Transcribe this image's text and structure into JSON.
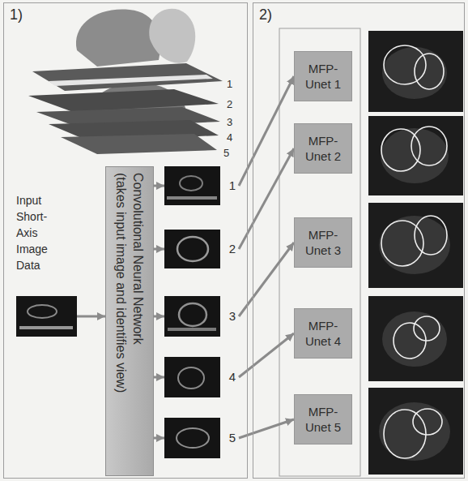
{
  "diagram": {
    "nodes": [
      {
        "text": [
          "1)"
        ]
      },
      {
        "text": [
          "Input Short-Axis Image Data"
        ],
        "in": 0
      },
      {
        "text": [
          "Convolutional Neural Network",
          "(takes input image and identifies view)"
        ],
        "in": 0
      },
      {
        "text": [
          "1"
        ],
        "in": 0
      },
      {
        "text": [
          "2"
        ],
        "in": 0
      },
      {
        "text": [
          "3"
        ],
        "in": 0
      },
      {
        "text": [
          "4"
        ],
        "in": 0
      },
      {
        "text": [
          "5"
        ],
        "in": 0
      },
      {
        "text": [
          "2)"
        ]
      },
      {
        "text": [
          "MFP-Unet 1"
        ],
        "in": 8
      },
      {
        "text": [
          "MFP-Unet 2"
        ],
        "in": 8
      },
      {
        "text": [
          "MFP-Unet 3"
        ],
        "in": 8
      },
      {
        "text": [
          "MFP-Unet 4"
        ],
        "in": 8
      },
      {
        "text": [
          "MFP-Unet 5"
        ],
        "in": 8
      }
    ],
    "edges": [
      {
        "from": 1,
        "to": 2,
        "arrow": "to"
      },
      {
        "from": 2,
        "to": 3,
        "arrow": "to"
      },
      {
        "from": 2,
        "to": 4,
        "arrow": "to"
      },
      {
        "from": 2,
        "to": 5,
        "arrow": "to"
      },
      {
        "from": 2,
        "to": 6,
        "arrow": "to"
      },
      {
        "from": 2,
        "to": 7,
        "arrow": "to"
      },
      {
        "from": 3,
        "to": 9,
        "arrow": "to"
      },
      {
        "from": 4,
        "to": 10,
        "arrow": "to"
      },
      {
        "from": 5,
        "to": 11,
        "arrow": "to"
      },
      {
        "from": 6,
        "to": 12,
        "arrow": "to"
      },
      {
        "from": 7,
        "to": 13,
        "arrow": "to"
      }
    ],
    "labels": [
      "1",
      "2",
      "3",
      "4",
      "5"
    ]
  }
}
